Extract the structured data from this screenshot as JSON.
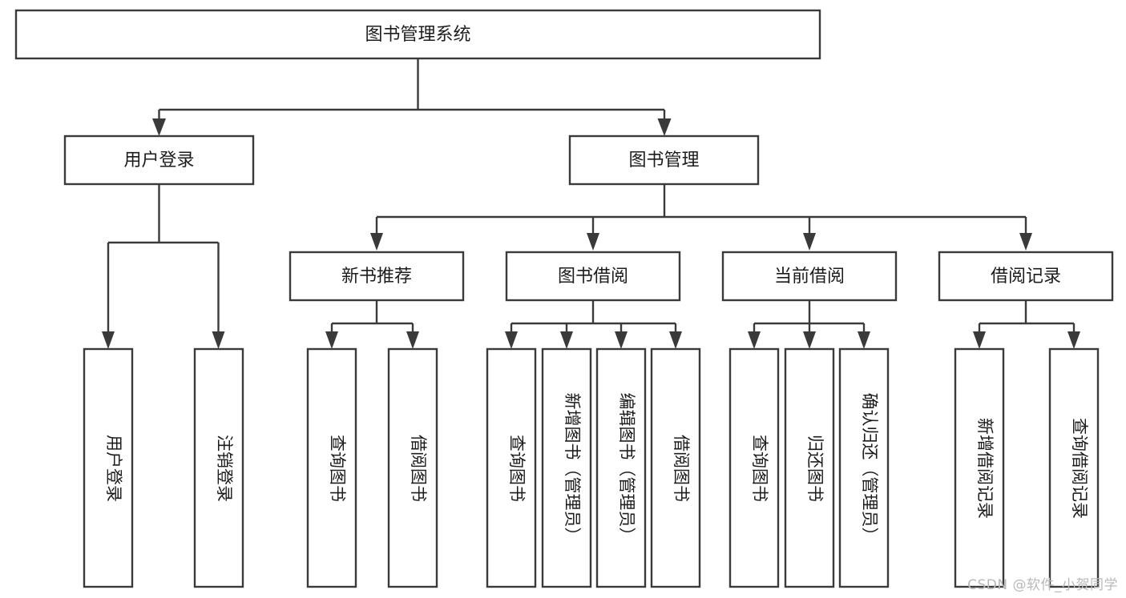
{
  "diagram": {
    "type": "hierarchy-tree",
    "title": "图书管理系统",
    "watermark": "CSDN @软件_小贺同学",
    "colors": {
      "box_stroke": "#3a3a3a",
      "box_fill": "#ffffff",
      "text": "#1c1c1c",
      "background": "#ffffff",
      "watermark": "#b9b9b9"
    },
    "levels": {
      "level1": [
        "图书管理系统"
      ],
      "level2": [
        "用户登录",
        "图书管理"
      ],
      "level3": [
        "新书推荐",
        "图书借阅",
        "当前借阅",
        "借阅记录"
      ],
      "level4": [
        "用户登录",
        "注销登录",
        "查询图书",
        "借阅图书",
        "查询图书",
        "新增图书（管理员）",
        "编辑图书（管理员）",
        "借阅图书",
        "查询图书",
        "归还图书",
        "确认归还（管理员）",
        "新增借阅记录",
        "查询借阅记录"
      ]
    },
    "nodes": {
      "root": {
        "label": "图书管理系统"
      },
      "user_login": {
        "label": "用户登录"
      },
      "book_manage": {
        "label": "图书管理"
      },
      "new_book_rec": {
        "label": "新书推荐"
      },
      "book_borrow": {
        "label": "图书借阅"
      },
      "current_borrow": {
        "label": "当前借阅"
      },
      "borrow_record": {
        "label": "借阅记录"
      },
      "leaf_user_login": {
        "label": "用户登录"
      },
      "leaf_logout": {
        "label": "注销登录"
      },
      "leaf_query_book_1": {
        "label": "查询图书"
      },
      "leaf_borrow_book_1": {
        "label": "借阅图书"
      },
      "leaf_query_book_2": {
        "label": "查询图书"
      },
      "leaf_add_book_admin": {
        "label": "新增图书（管理员）"
      },
      "leaf_edit_book_admin": {
        "label": "编辑图书（管理员）"
      },
      "leaf_borrow_book_2": {
        "label": "借阅图书"
      },
      "leaf_query_book_3": {
        "label": "查询图书"
      },
      "leaf_return_book": {
        "label": "归还图书"
      },
      "leaf_confirm_return_admin": {
        "label": "确认归还（管理员）"
      },
      "leaf_add_borrow_record": {
        "label": "新增借阅记录"
      },
      "leaf_query_borrow_record": {
        "label": "查询借阅记录"
      }
    },
    "edges": [
      {
        "from": "图书管理系统",
        "to": "用户登录"
      },
      {
        "from": "图书管理系统",
        "to": "图书管理"
      },
      {
        "from": "用户登录",
        "to": "用户登录"
      },
      {
        "from": "用户登录",
        "to": "注销登录"
      },
      {
        "from": "图书管理",
        "to": "新书推荐"
      },
      {
        "from": "图书管理",
        "to": "图书借阅"
      },
      {
        "from": "图书管理",
        "to": "当前借阅"
      },
      {
        "from": "图书管理",
        "to": "借阅记录"
      },
      {
        "from": "新书推荐",
        "to": "查询图书"
      },
      {
        "from": "新书推荐",
        "to": "借阅图书"
      },
      {
        "from": "图书借阅",
        "to": "查询图书"
      },
      {
        "from": "图书借阅",
        "to": "新增图书（管理员）"
      },
      {
        "from": "图书借阅",
        "to": "编辑图书（管理员）"
      },
      {
        "from": "图书借阅",
        "to": "借阅图书"
      },
      {
        "from": "当前借阅",
        "to": "查询图书"
      },
      {
        "from": "当前借阅",
        "to": "归还图书"
      },
      {
        "from": "当前借阅",
        "to": "确认归还（管理员）"
      },
      {
        "from": "借阅记录",
        "to": "新增借阅记录"
      },
      {
        "from": "借阅记录",
        "to": "查询借阅记录"
      }
    ]
  }
}
